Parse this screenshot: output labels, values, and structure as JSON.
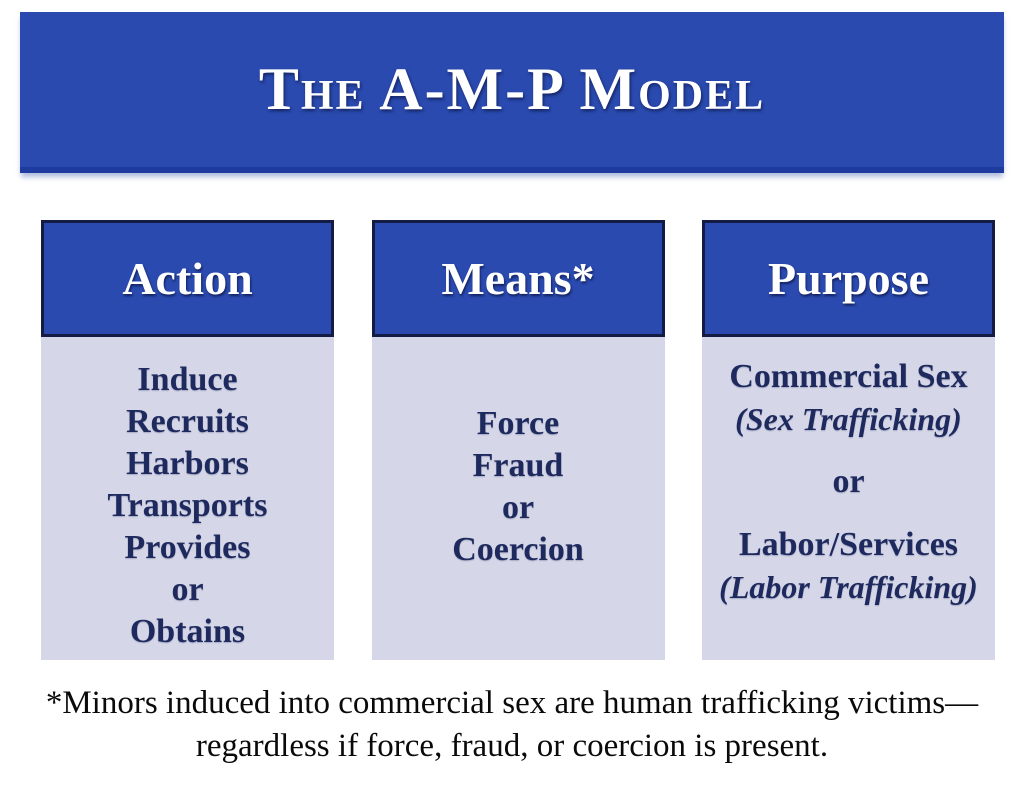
{
  "title": "The A-M-P Model",
  "colors": {
    "banner_blue": "#2a4ab0",
    "header_border_navy": "#141b44",
    "panel_lavender": "#d5d6e7",
    "body_text_navy": "#1e2a5e",
    "footnote_black": "#0a0a0a"
  },
  "columns": [
    {
      "header": "Action",
      "items": [
        "Induce",
        "Recruits",
        "Harbors",
        "Transports",
        "Provides",
        "or",
        "Obtains"
      ]
    },
    {
      "header": "Means*",
      "items": [
        "Force",
        "Fraud",
        "or",
        "Coercion"
      ]
    },
    {
      "header": "Purpose",
      "items": [
        "Commercial Sex",
        "(Sex Trafficking)",
        "or",
        "Labor/Services",
        "(Labor Trafficking)"
      ]
    }
  ],
  "footnote": {
    "line1": "*Minors induced into commercial sex are human trafficking victims—",
    "line2": "regardless if force, fraud, or coercion is present."
  }
}
